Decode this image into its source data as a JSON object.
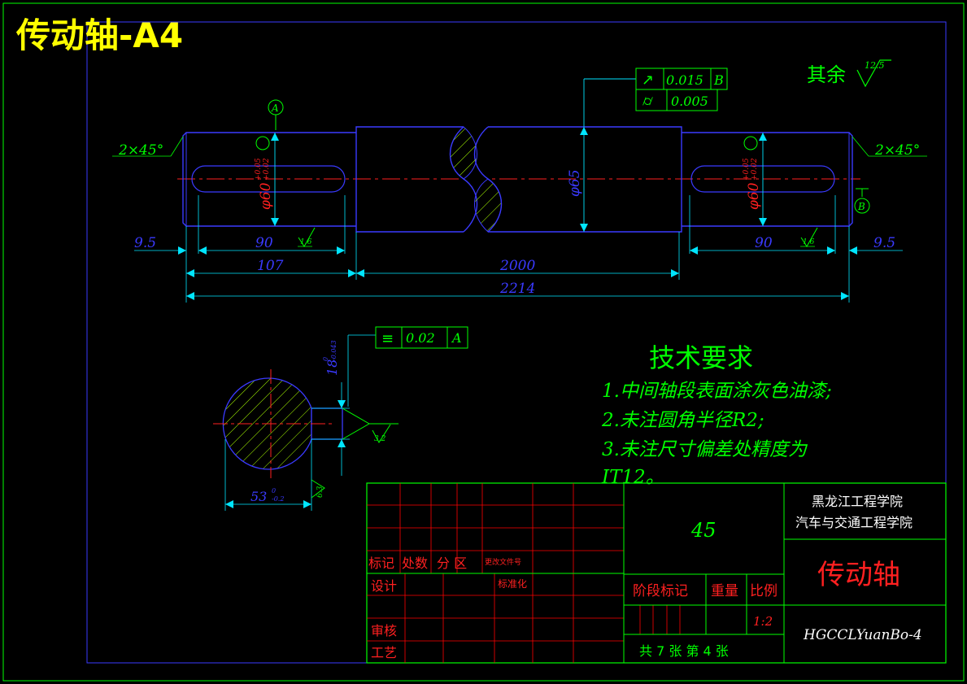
{
  "drawing_title": "传动轴-A4",
  "finish": {
    "label": "其余",
    "roughness": "12.5"
  },
  "gdt": {
    "runout": {
      "symbol": "↗",
      "value": "0.015",
      "datum": "B"
    },
    "cylindricity": {
      "symbol": "⌭",
      "value": "0.005"
    },
    "symmetry": {
      "symbol": "≡",
      "value": "0.02",
      "datum": "A"
    }
  },
  "datums": {
    "a": "A",
    "b": "B"
  },
  "labels": {
    "chamfer_left": "2×45°",
    "chamfer_right": "2×45°",
    "dia_left": "φ60",
    "dia_left_tol_up": "+0.05",
    "dia_left_tol_dn": "+0.02",
    "dia_mid": "φ65",
    "dia_right": "φ60",
    "dia_right_tol_up": "+0.05",
    "dia_right_tol_dn": "+0.02",
    "rough_small": "1.6",
    "rough_key": "3.2",
    "rough_side": "6.3"
  },
  "dims": {
    "left_offset": "9.5",
    "left_key": "90",
    "left_seg": "107",
    "middle": "2000",
    "total": "2214",
    "right_key": "90",
    "right_offset": "9.5",
    "keyway_width": "18",
    "keyway_width_tol_up": "0",
    "keyway_width_tol_dn": "-0.043",
    "section_depth": "53",
    "section_depth_tol_up": "0",
    "section_depth_tol_dn": "-0.2"
  },
  "tech_req": {
    "heading": "技术要求",
    "items": [
      "1.中间轴段表面涂灰色油漆;",
      "2.未注圆角半径R2;",
      "3.未注尺寸偏差处精度为",
      "IT12。"
    ]
  },
  "title_block": {
    "material": "45",
    "school": "黑龙江工程学院",
    "college": "汽车与交通工程学院",
    "part_name": "传动轴",
    "drawing_no": "HGCCLYuanBo-4",
    "scale": "1:2",
    "sheets": "共 7 张  第 4 张",
    "h_mark": "标记",
    "h_qty": "处数",
    "h_zone": "分 区",
    "h_doc": "更改文件号",
    "h_design": "设计",
    "h_std": "标准化",
    "h_stage": "阶段标记",
    "h_weight": "重量",
    "h_scale": "比例",
    "h_review": "审核",
    "h_process": "工艺"
  },
  "colors": {
    "background": "#000000",
    "border_outer": "#00ff00",
    "border_inner": "#3a3aff",
    "outline": "#3a3aff",
    "dimension": "#00e5ff",
    "dim_text": "#3a3aff",
    "annotation": "#00ff00",
    "title_text": "#ffff00",
    "grid_red": "#ff0000",
    "center_line": "#ff2020",
    "hatch": "#aaff00"
  }
}
